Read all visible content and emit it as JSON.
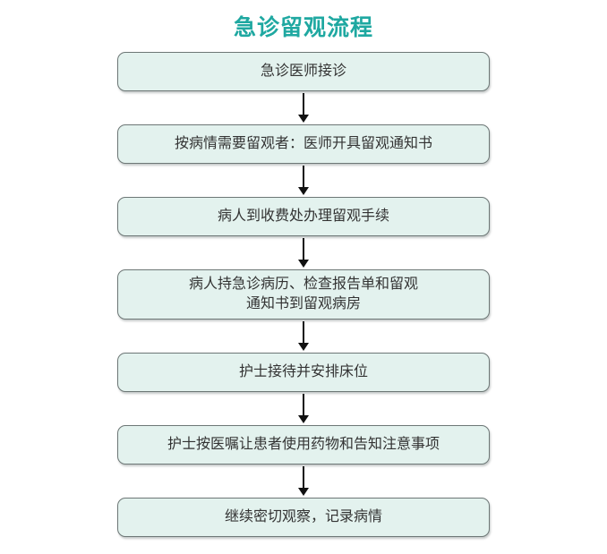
{
  "page": {
    "title": "急诊留观流程"
  },
  "flow": {
    "steps": [
      {
        "label": "急诊医师接诊"
      },
      {
        "label": "按病情需要留观者：医师开具留观通知书"
      },
      {
        "label": "病人到收费处办理留观手续"
      },
      {
        "label": "病人持急诊病历、检查报告单和留观\n通知书到留观病房"
      },
      {
        "label": "护士接待并安排床位"
      },
      {
        "label": "护士按医嘱让患者使用药物和告知注意事项"
      },
      {
        "label": "继续密切观察，记录病情"
      }
    ],
    "connector_icon": "down-arrow"
  },
  "colors": {
    "background": "#ffffff",
    "title_text": "#1fa8a1",
    "box_fill": "#e3f2ee",
    "box_border": "#6d7776",
    "box_text": "#333333",
    "arrow": "#111111"
  }
}
